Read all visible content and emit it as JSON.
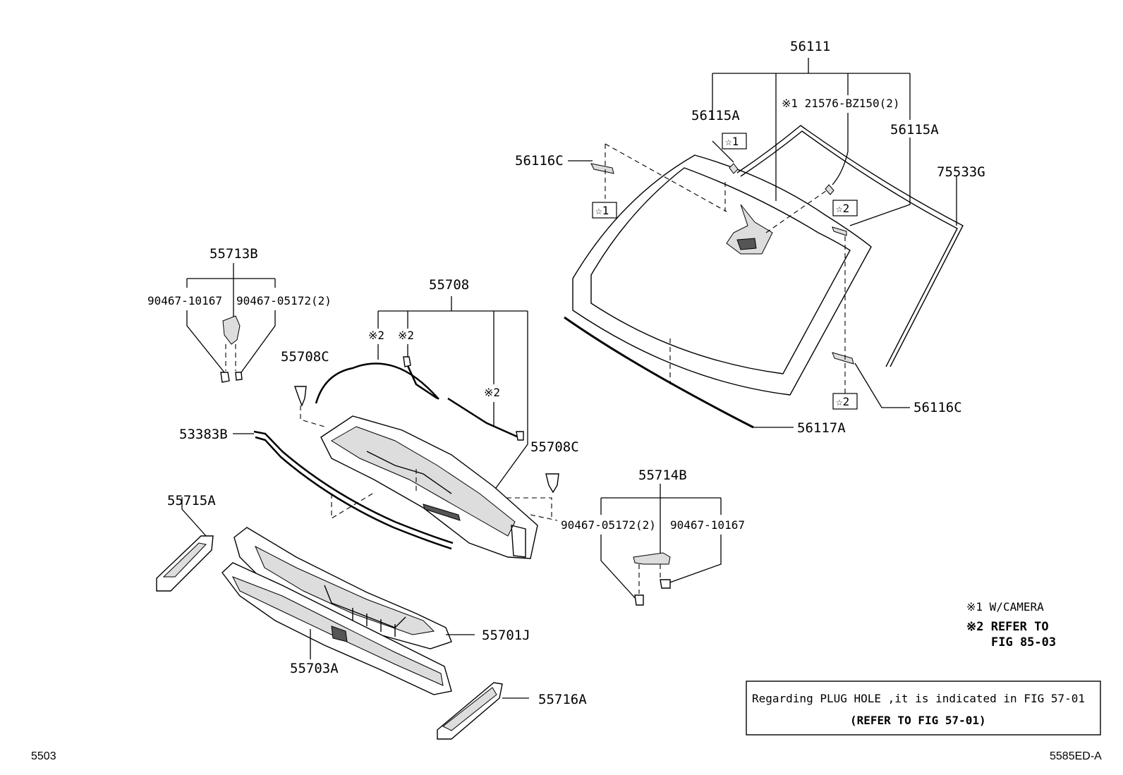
{
  "labels": {
    "p56111": "56111",
    "p56115A_left": "56115A",
    "p56115A_right": "56115A",
    "camera_part": "※1 21576-BZ150(2)",
    "p56116C_top": "56116C",
    "p56116C_bottom": "56116C",
    "p75533G": "75533G",
    "p56117A": "56117A",
    "p55713B": "55713B",
    "p90467_10167_left": "90467-10167",
    "p90467_05172_left": "90467-05172(2)",
    "p55708": "55708",
    "ref2_a": "※2",
    "ref2_b": "※2",
    "ref2_c": "※2",
    "p55708C_left": "55708C",
    "p55708C_right": "55708C",
    "p53383B": "53383B",
    "p55714B": "55714B",
    "p90467_05172_right": "90467-05172(2)",
    "p90467_10167_right": "90467-10167",
    "p55715A": "55715A",
    "p55701J": "55701J",
    "p55703A": "55703A",
    "p55716A": "55716A"
  },
  "markers": {
    "star1_a": "☆1",
    "star1_b": "☆1",
    "star2_a": "☆2",
    "star2_b": "☆2"
  },
  "legend": {
    "note1": "※1 W/CAMERA",
    "note2_line1": "※2 REFER TO",
    "note2_line2": "FIG 85-03"
  },
  "notice": {
    "line1": "Regarding PLUG HOLE ,it is indicated in FIG 57-01",
    "line2": "(REFER TO FIG 57-01)"
  },
  "footer": {
    "left_code": "5503",
    "right_code": "5585ED-A"
  }
}
